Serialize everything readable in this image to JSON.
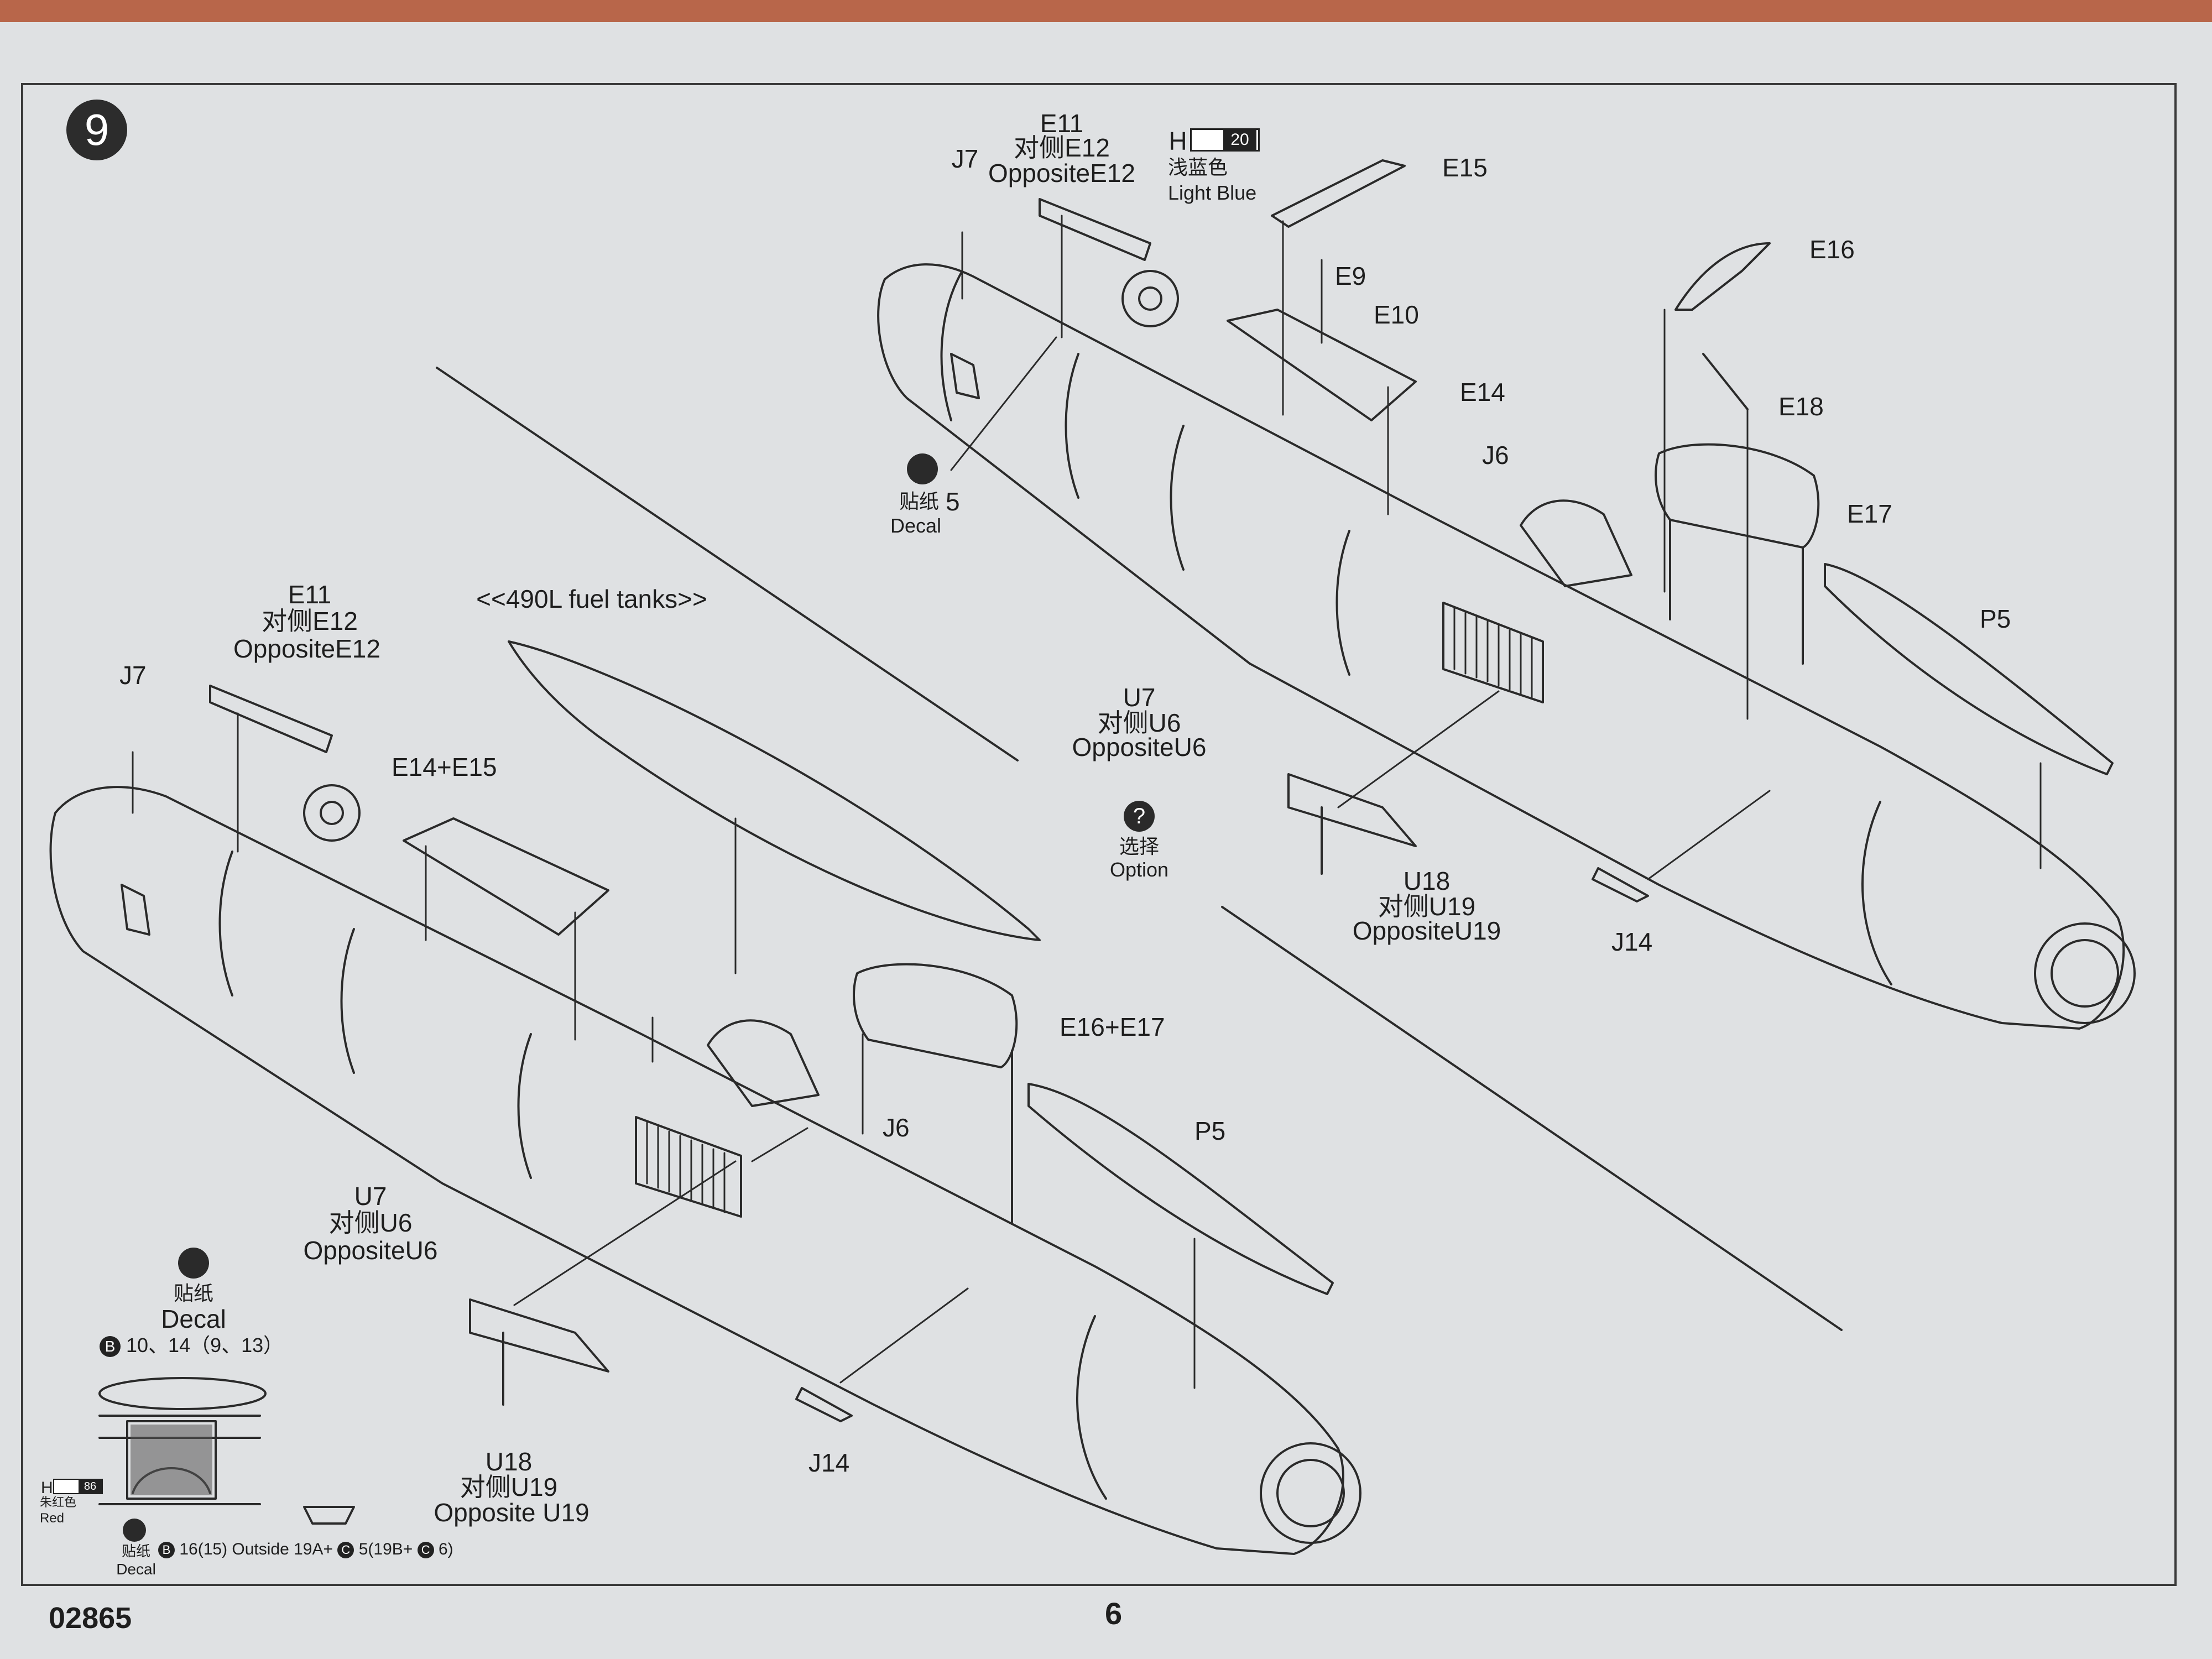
{
  "page": {
    "step_number": "9",
    "catalog_number": "02865",
    "page_number": "6"
  },
  "top_view": {
    "e11": "E11",
    "e11_cn": "对侧E12",
    "e11_en": "OppositeE12",
    "j7": "J7",
    "paint_code": "H",
    "paint_number": "20",
    "paint_cn": "浅蓝色",
    "paint_en": "Light Blue",
    "e15": "E15",
    "e9": "E9",
    "e10": "E10",
    "e16": "E16",
    "e14": "E14",
    "e18": "E18",
    "j6": "J6",
    "e17": "E17",
    "decal_cn": "贴纸",
    "decal_num": "5",
    "decal_en": "Decal",
    "p5": "P5",
    "u7": "U7",
    "u7_cn": "对侧U6",
    "u7_en": "OppositeU6",
    "option_symbol": "?",
    "option_cn": "选择",
    "option_en": "Option",
    "u18": "U18",
    "u18_cn": "对侧U19",
    "u18_en": "OppositeU19",
    "j14": "J14"
  },
  "bottom_view": {
    "e11": "E11",
    "e11_cn": "对侧E12",
    "e11_en": "OppositeE12",
    "fuel_tanks": "<<490L fuel tanks>>",
    "j7": "J7",
    "e14_e15": "E14+E15",
    "e16_e17": "E16+E17",
    "j6": "J6",
    "p5": "P5",
    "u7": "U7",
    "u7_cn": "对侧U6",
    "u7_en": "OppositeU6",
    "u18": "U18",
    "u18_cn": "对侧U19",
    "u18_en": "Opposite U19",
    "j14": "J14"
  },
  "decal_detail": {
    "decal_cn": "贴纸",
    "decal_en": "Decal",
    "b_letter": "B",
    "b_numbers": "10、14（9、13）",
    "paint_code": "H",
    "paint_number": "86",
    "paint_cn": "朱红色",
    "paint_en": "Red",
    "decal2_cn": "贴纸",
    "decal2_en": "Decal",
    "b2_letter": "B",
    "line2_a": "16(15) Outside 19A+",
    "c_letter": "C",
    "line2_b": "5(19B+",
    "c2_letter": "C",
    "line2_c": "6)"
  }
}
